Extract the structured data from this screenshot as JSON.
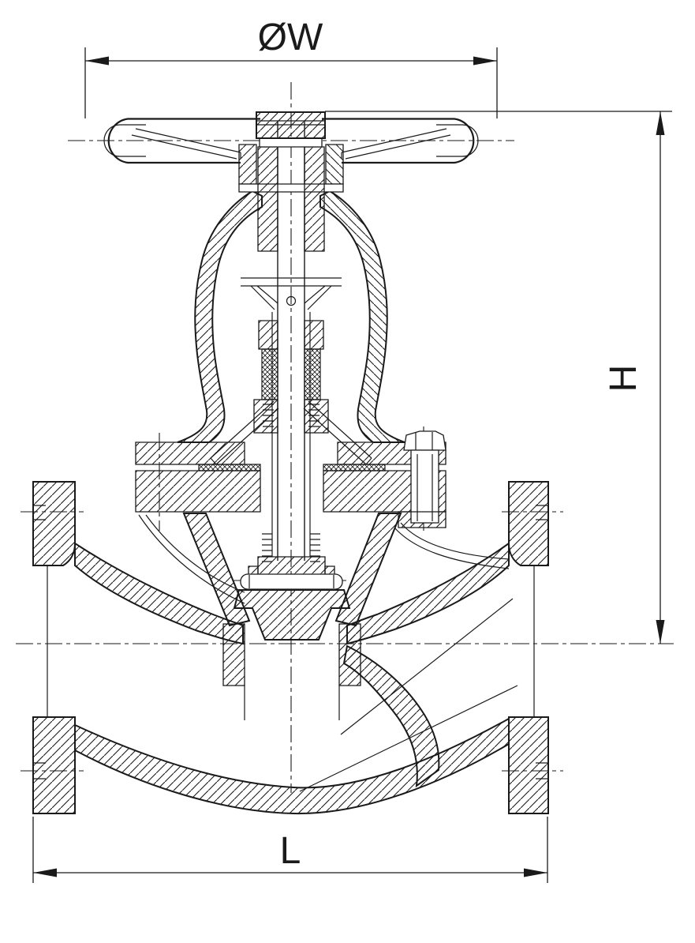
{
  "drawing": {
    "type": "valve-sectional-drawing",
    "subject": "flanged globe valve cross-section",
    "labels": {
      "width_dim": "ØW",
      "height_dim": "H",
      "length_dim": "L"
    },
    "colors": {
      "line": "#1a1a1a",
      "background": "#ffffff"
    },
    "parts": [
      "handwheel",
      "handwheel-nut",
      "stem",
      "yoke-bonnet",
      "gland-packing",
      "bellows",
      "bonnet-flange",
      "bonnet-bolt",
      "body",
      "inlet-flange",
      "outlet-flange",
      "disc",
      "seat"
    ]
  }
}
